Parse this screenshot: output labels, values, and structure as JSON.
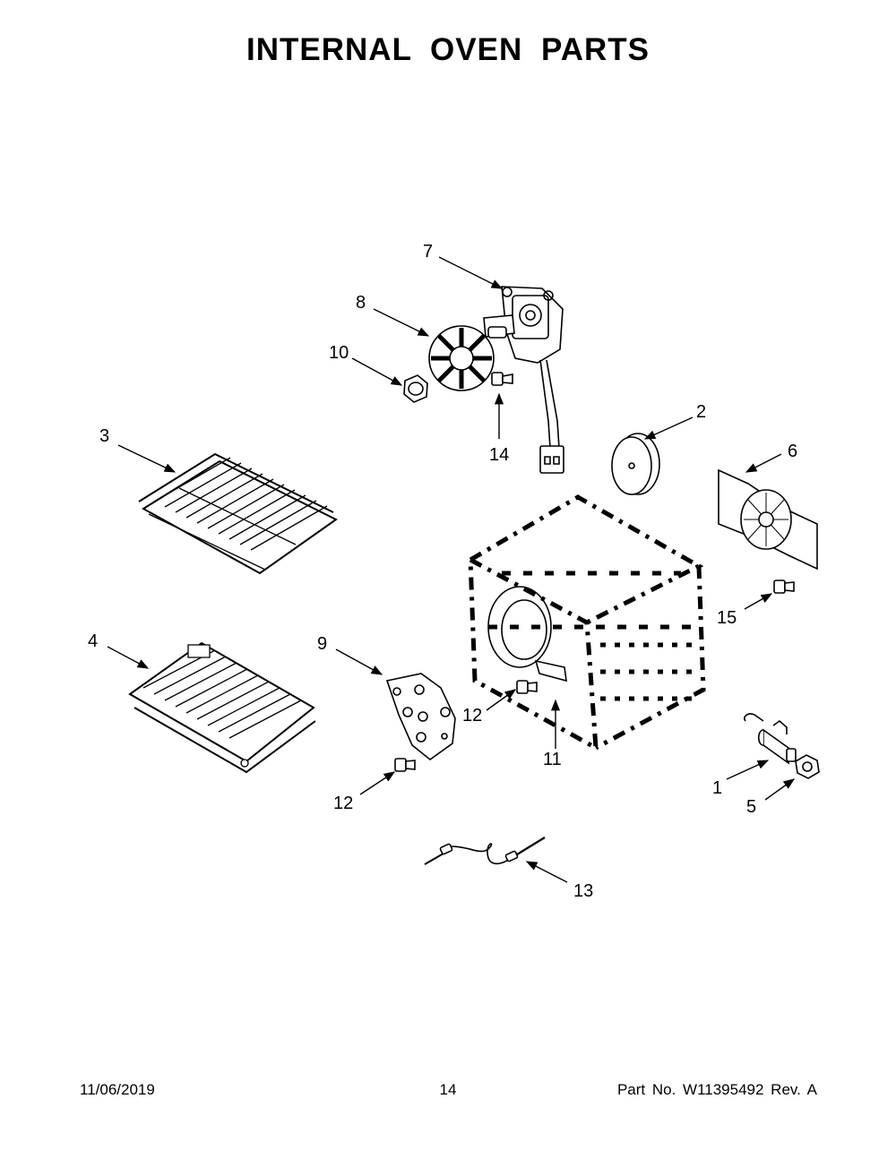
{
  "title": "INTERNAL  OVEN  PARTS",
  "footer": {
    "date": "11/06/2019",
    "page": "14",
    "part_number": "Part No.  W11395492  Rev.  A"
  },
  "callouts": [
    {
      "id": "c1",
      "label": "1"
    },
    {
      "id": "c2",
      "label": "2"
    },
    {
      "id": "c3",
      "label": "3"
    },
    {
      "id": "c4",
      "label": "4"
    },
    {
      "id": "c5",
      "label": "5"
    },
    {
      "id": "c6",
      "label": "6"
    },
    {
      "id": "c7",
      "label": "7"
    },
    {
      "id": "c8",
      "label": "8"
    },
    {
      "id": "c9",
      "label": "9"
    },
    {
      "id": "c10",
      "label": "10"
    },
    {
      "id": "c11",
      "label": "11"
    },
    {
      "id": "c12a",
      "label": "12"
    },
    {
      "id": "c12b",
      "label": "12"
    },
    {
      "id": "c13",
      "label": "13"
    },
    {
      "id": "c14",
      "label": "14"
    },
    {
      "id": "c15",
      "label": "15"
    }
  ]
}
